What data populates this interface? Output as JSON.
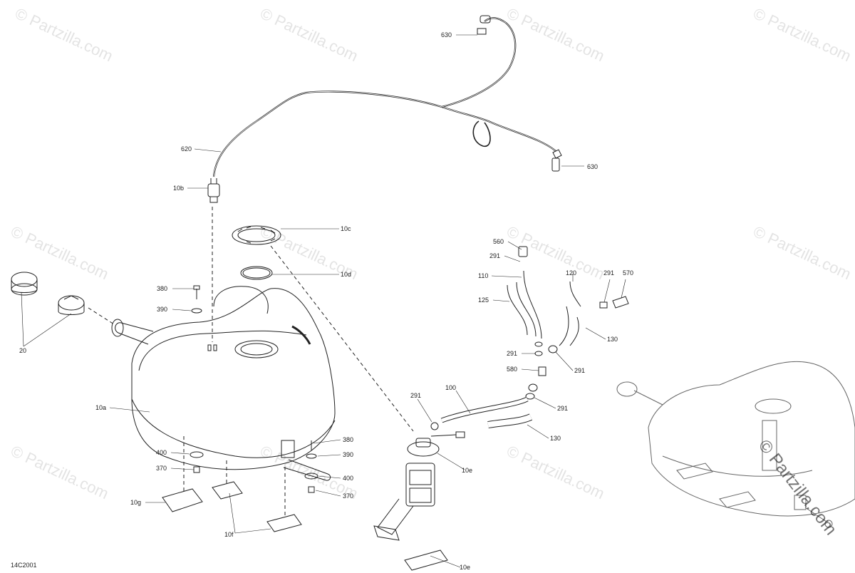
{
  "watermark": "© Partzilla.com",
  "drawing_code": "14C2001",
  "callouts": {
    "c630a": "630",
    "c630b": "630",
    "c620": "620",
    "c10b": "10b",
    "c10c": "10c",
    "c10d": "10d",
    "c380a": "380",
    "c390a": "390",
    "c20": "20",
    "c10a": "10a",
    "c400a": "400",
    "c370a": "370",
    "c10g": "10g",
    "c10f": "10f",
    "c380b": "380",
    "c390b": "390",
    "c400b": "400",
    "c370b": "370",
    "c560": "560",
    "c291a": "291",
    "c110": "110",
    "c125": "125",
    "c120": "120",
    "c291b": "291",
    "c570": "570",
    "c130a": "130",
    "c291c": "291",
    "c291d": "291",
    "c580": "580",
    "c291e": "291",
    "c100": "100",
    "c291f": "291",
    "c130b": "130",
    "c10e": "10e",
    "c10e2": "10e"
  }
}
